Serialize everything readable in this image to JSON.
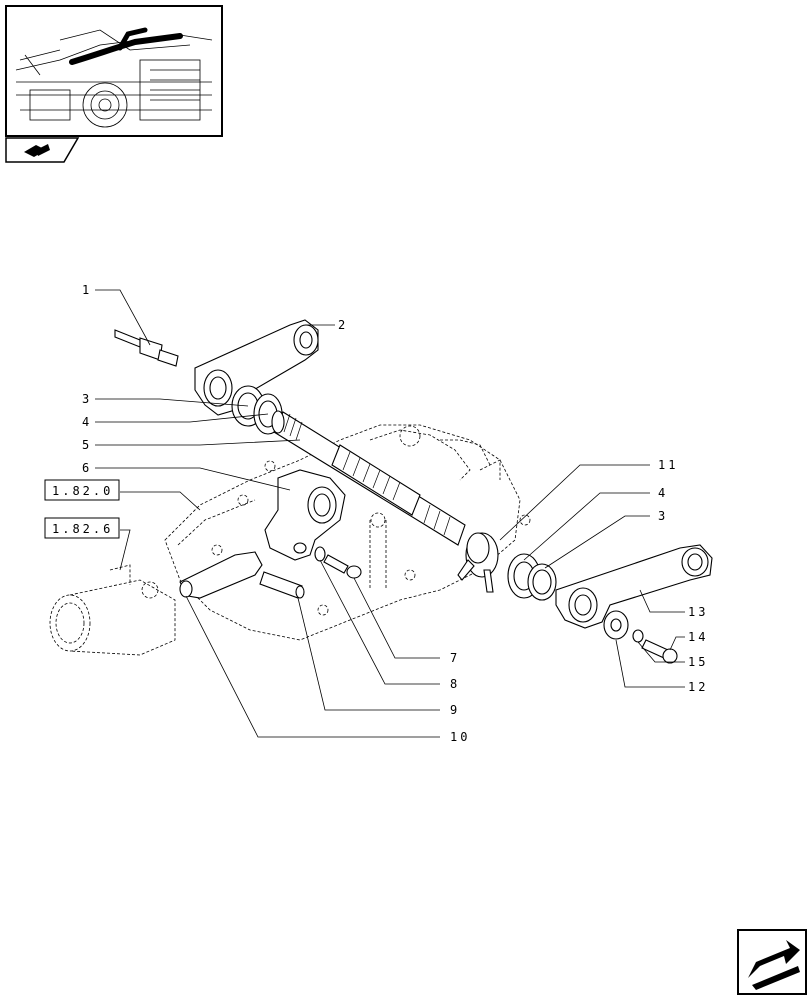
{
  "callouts": {
    "c1": "1",
    "c2": "2",
    "c3a": "3",
    "c4a": "4",
    "c5": "5",
    "c6": "6",
    "c7": "7",
    "c8": "8",
    "c9": "9",
    "c10": "10",
    "c11": "11",
    "c4b": "4",
    "c3b": "3",
    "c13": "13",
    "c14": "14",
    "c15": "15",
    "c12": "12"
  },
  "refs": {
    "r1": "1.82.0",
    "r2": "1.82.6"
  },
  "icons": {
    "thumbnail": "tractor-overview-thumbnail",
    "badge": "book-icon",
    "next": "next-page-arrow-icon"
  }
}
